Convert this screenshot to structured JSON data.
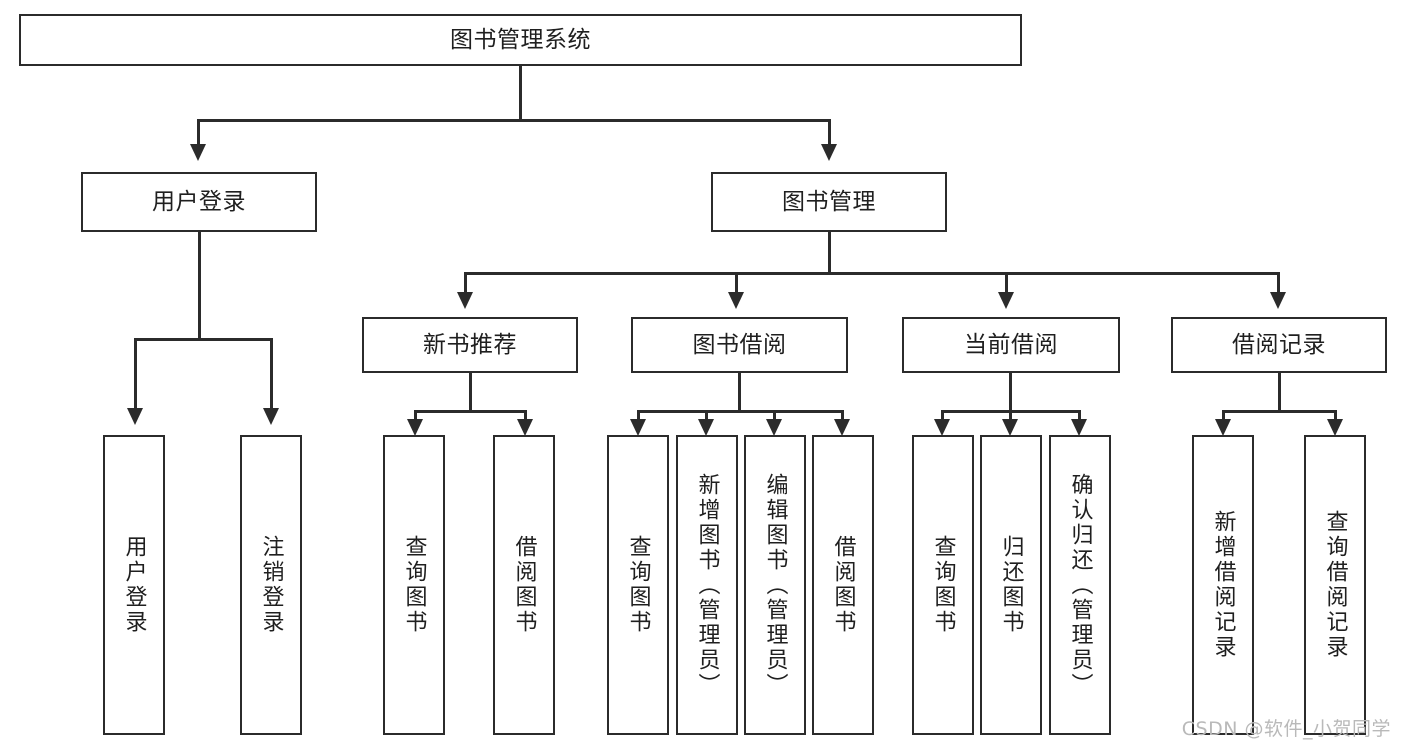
{
  "diagram": {
    "title": "图书管理系统",
    "type": "tree",
    "watermark": "CSDN @软件_小贺同学",
    "colors": {
      "stroke": "#2b2b2b",
      "fill": "#ffffff",
      "text": "#1f1f1f",
      "watermark": "#b9b9b9"
    },
    "root": {
      "label": "图书管理系统"
    },
    "level2": [
      {
        "label": "用户登录"
      },
      {
        "label": "图书管理"
      }
    ],
    "level3": [
      {
        "label": "新书推荐"
      },
      {
        "label": "图书借阅"
      },
      {
        "label": "当前借阅"
      },
      {
        "label": "借阅记录"
      }
    ],
    "leaves": {
      "user_login": [
        {
          "label": "用户登录"
        },
        {
          "label": "注销登录"
        }
      ],
      "new_book": [
        {
          "label": "查询图书"
        },
        {
          "label": "借阅图书"
        }
      ],
      "book_borrow": [
        {
          "label": "查询图书"
        },
        {
          "label": "新增图书（管理员）"
        },
        {
          "label": "编辑图书（管理员）"
        },
        {
          "label": "借阅图书"
        }
      ],
      "current_borrow": [
        {
          "label": "查询图书"
        },
        {
          "label": "归还图书"
        },
        {
          "label": "确认归还（管理员）"
        }
      ],
      "borrow_record": [
        {
          "label": "新增借阅记录"
        },
        {
          "label": "查询借阅记录"
        }
      ]
    }
  }
}
